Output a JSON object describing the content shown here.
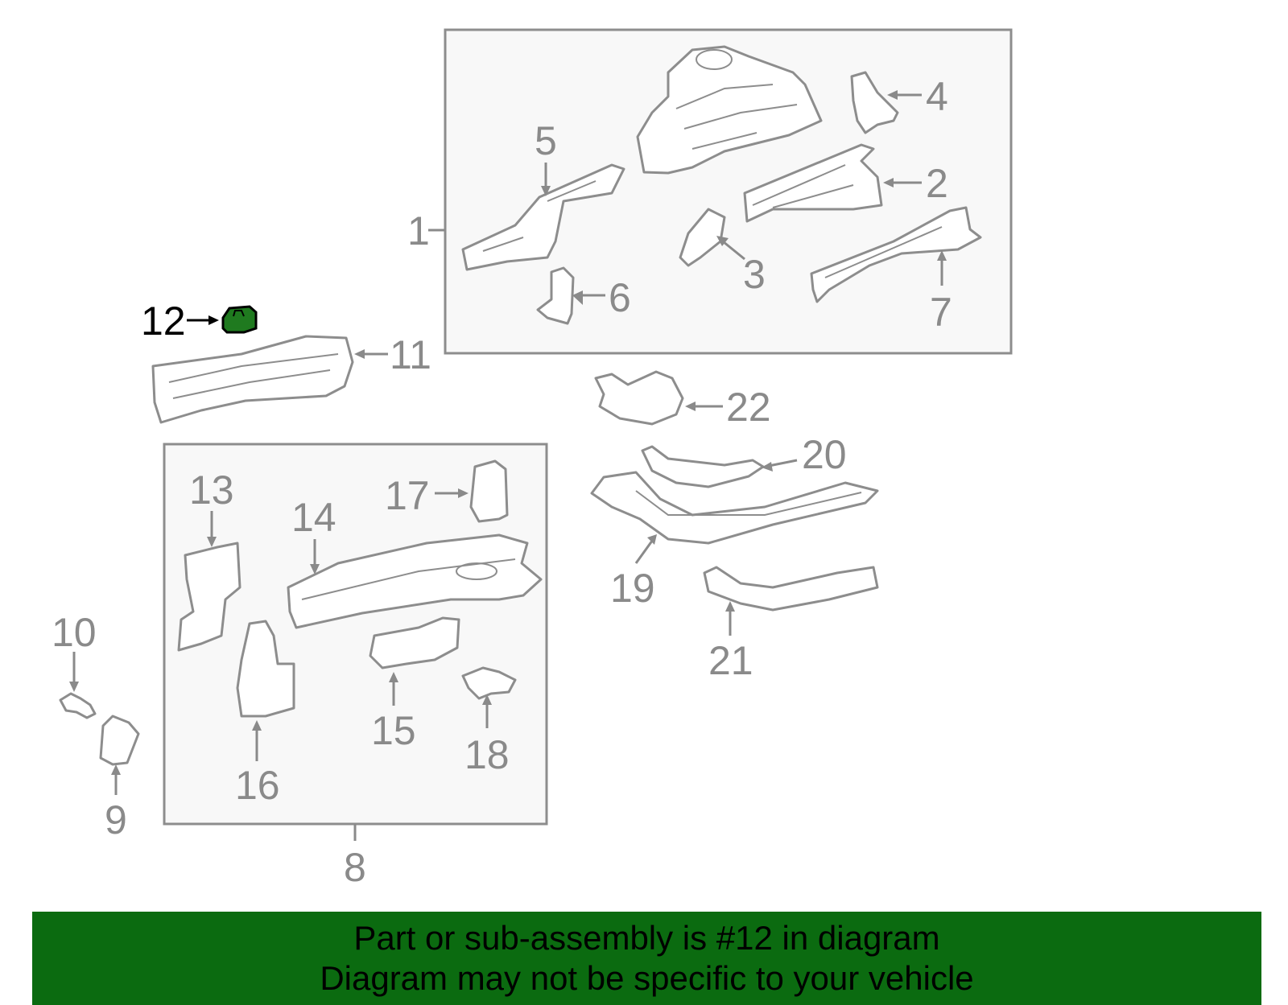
{
  "diagram": {
    "highlight_color": "#1f7a1f",
    "highlighted_part": "12",
    "callouts": [
      "1",
      "2",
      "3",
      "4",
      "5",
      "6",
      "7",
      "8",
      "9",
      "10",
      "11",
      "12",
      "13",
      "14",
      "15",
      "16",
      "17",
      "18",
      "19",
      "20",
      "21",
      "22"
    ]
  },
  "banner": {
    "color": "#0b6b10",
    "line1": "Part or sub-assembly is #12 in diagram",
    "line2": "Diagram may not be specific to your vehicle"
  }
}
